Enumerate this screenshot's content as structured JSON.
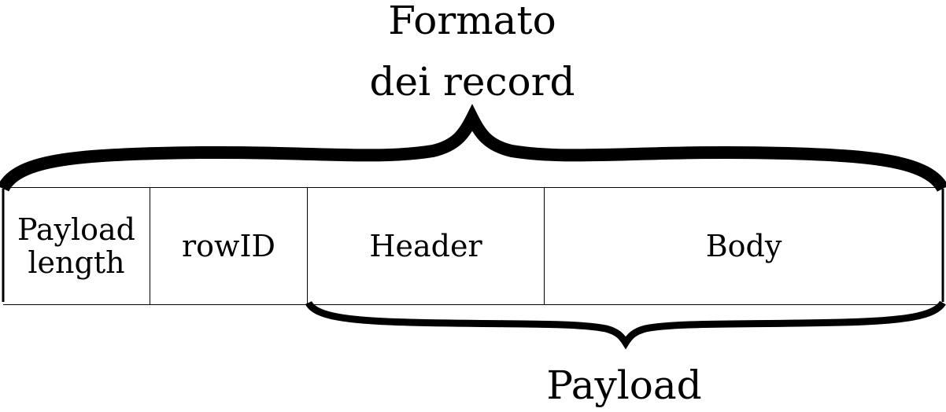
{
  "diagram": {
    "top_label": [
      "Formato",
      "dei record"
    ],
    "bottom_label": "Payload",
    "fields": [
      {
        "id": "payload-length",
        "label": "Payload\nlength"
      },
      {
        "id": "rowid",
        "label": "rowID"
      },
      {
        "id": "header",
        "label": "Header"
      },
      {
        "id": "body",
        "label": "Body"
      }
    ]
  }
}
